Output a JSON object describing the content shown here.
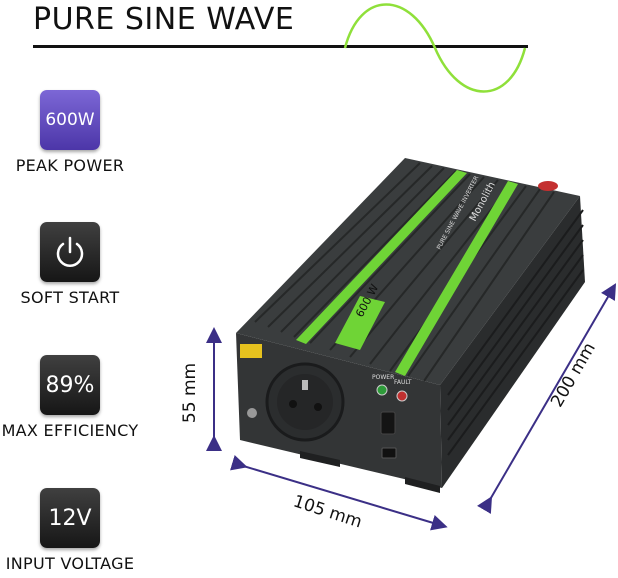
{
  "header": {
    "title": "PURE SINE WAVE"
  },
  "features": [
    {
      "value": "600W",
      "label": "PEAK POWER",
      "icon": "value-tile"
    },
    {
      "value": "",
      "label": "SOFT START",
      "icon": "power-icon"
    },
    {
      "value": "89%",
      "label": "MAX EFFICIENCY",
      "icon": "value-tile"
    },
    {
      "value": "12V",
      "label": "INPUT VOLTAGE",
      "icon": "value-tile"
    }
  ],
  "dimensions": {
    "height": "55 mm",
    "width": "105 mm",
    "length": "200 mm"
  },
  "product": {
    "brand": "Monolith",
    "model_rating": "600 W",
    "subtitle": "PURE SINE WAVE INVERTER",
    "power_label": "POWER",
    "fault_label": "FAULT"
  },
  "colors": {
    "accent_green": "#6fd436",
    "wave_green": "#8fe03a",
    "arrow_purple": "#3b2f86",
    "purple_tile": "#5a43bd",
    "dark_tile": "#222222"
  }
}
